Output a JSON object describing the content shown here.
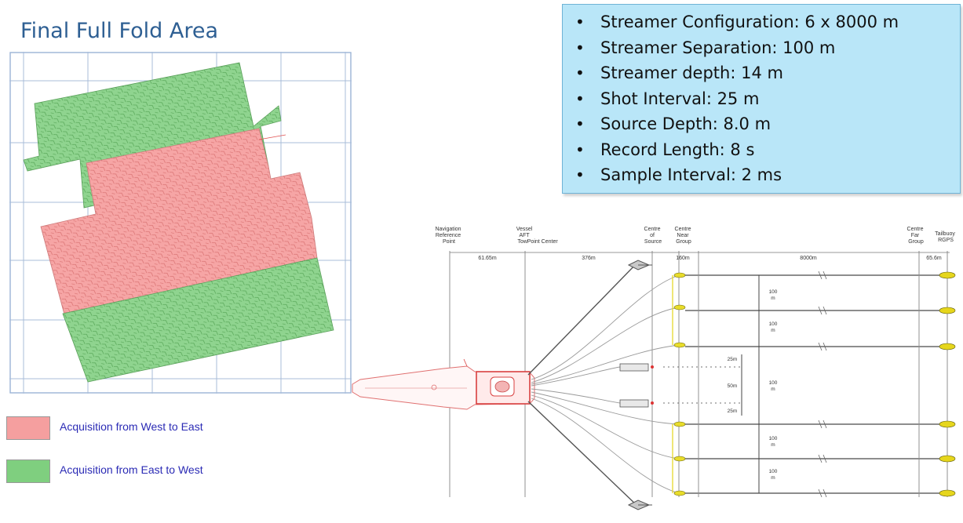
{
  "title": "Final Full Fold Area",
  "specs": [
    "Streamer Configuration: 6 x 8000 m",
    "Streamer Separation: 100 m",
    "Streamer depth: 14 m",
    "Shot Interval: 25 m",
    "Source Depth: 8.0 m",
    "Record Length: 8 s",
    "Sample Interval: 2 ms"
  ],
  "legend": [
    {
      "label": "Acquisition from West to East",
      "color": "#f59f9f"
    },
    {
      "label": "Acquisition from East to West",
      "color": "#7fcf7f"
    }
  ],
  "layout_labels": {
    "nav_ref": [
      "Navigation",
      "Reference",
      "Point"
    ],
    "vessel_aft": [
      "Vessel",
      "AFT",
      "TowPoint Center"
    ],
    "centre_source": [
      "Centre",
      "of",
      "Source"
    ],
    "centre_near": [
      "Centre",
      "Near",
      "Group"
    ],
    "centre_far": [
      "Centre",
      "Far",
      "Group"
    ],
    "tailbuoy": [
      "Tailbuoy",
      "RGPS"
    ]
  },
  "distances": [
    "61.65m",
    "376m",
    "160m",
    "8000m",
    "65.6m"
  ],
  "separations": [
    "100",
    "m"
  ],
  "source_spacing": [
    "25m",
    "50m",
    "25m"
  ],
  "colors": {
    "specbox": "#b9e6f8",
    "title": "#2e5f93",
    "legend_text": "#2b2bb5"
  }
}
